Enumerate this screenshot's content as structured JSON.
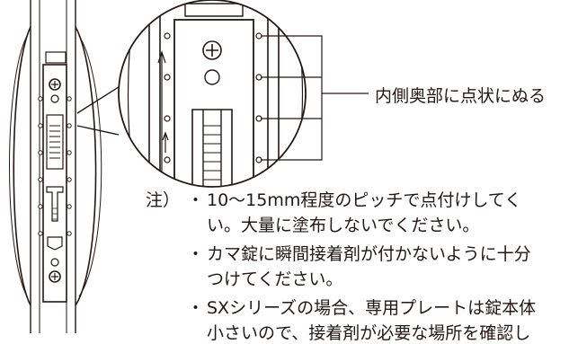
{
  "callout": "内側奥部に点状にぬる",
  "note": {
    "label": "注）",
    "items": [
      {
        "bullet": "・",
        "lines": [
          "10〜15mm程度のピッチで点付けしてく",
          "い。大量に塗布しないでください。"
        ]
      },
      {
        "bullet": "・",
        "lines": [
          "カマ錠に瞬間接着剤が付かないように十分",
          "つけてください。"
        ]
      },
      {
        "bullet": "・",
        "lines": [
          "SXシリーズの場合、専用プレートは錠本体",
          "小さいので、接着剤が必要な場所を確認し"
        ]
      }
    ]
  }
}
